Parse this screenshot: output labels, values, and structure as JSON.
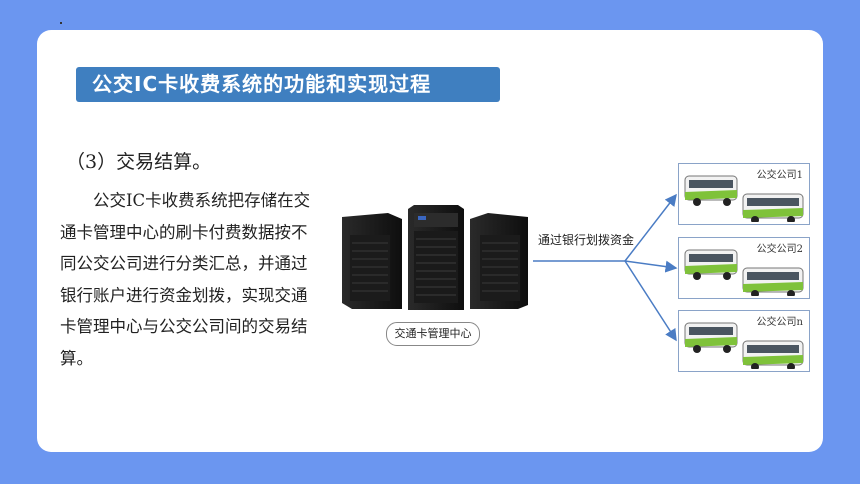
{
  "header": {
    "title": "公交IC卡收费系统的功能和实现过程"
  },
  "content": {
    "subheading": "（3）交易结算。",
    "paragraph": "公交IC卡收费系统把存储在交通卡管理中心的刷卡付费数据按不同公交公司进行分类汇总，并通过银行账户进行资金划拨，实现交通卡管理中心与公交公司间的交易结算。"
  },
  "diagram": {
    "center_label": "交通卡管理中心",
    "transfer_label": "通过银行划拨资金",
    "companies": [
      {
        "label": "公交公司1"
      },
      {
        "label": "公交公司2"
      },
      {
        "label": "公交公司n"
      }
    ]
  },
  "colors": {
    "background": "#6b96f0",
    "title_bar": "#3f7fc0",
    "arrow": "#4a7cc4",
    "bus_green": "#7fc23a"
  }
}
